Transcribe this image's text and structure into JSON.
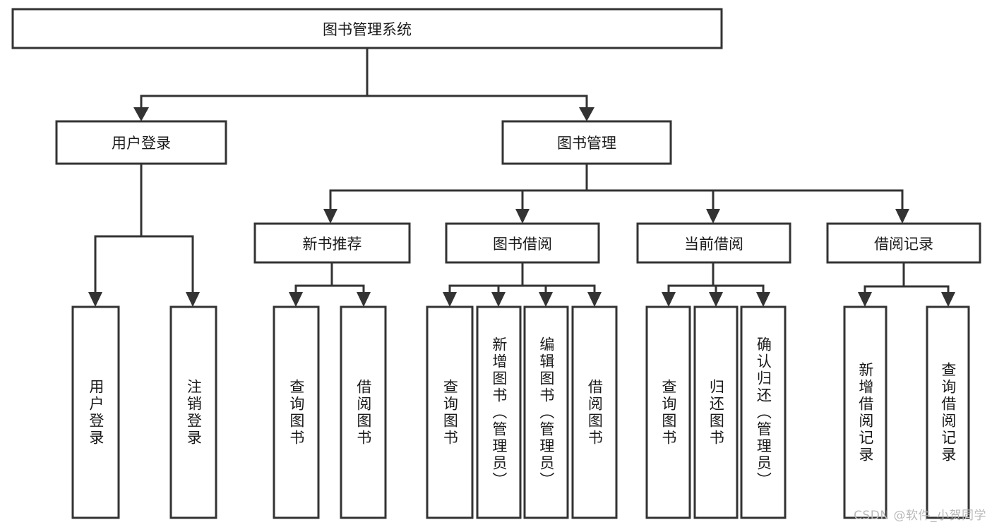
{
  "diagram": {
    "type": "tree",
    "title": "图书管理系统",
    "orientation": "top-down",
    "root": {
      "id": "root",
      "label": "图书管理系统"
    },
    "level2": [
      {
        "id": "user-login",
        "label": "用户登录"
      },
      {
        "id": "book-manage",
        "label": "图书管理"
      }
    ],
    "level3": [
      {
        "id": "new-book-recommend",
        "label": "新书推荐",
        "parent": "book-manage"
      },
      {
        "id": "book-borrow",
        "label": "图书借阅",
        "parent": "book-manage"
      },
      {
        "id": "current-borrow",
        "label": "当前借阅",
        "parent": "book-manage"
      },
      {
        "id": "borrow-record",
        "label": "借阅记录",
        "parent": "book-manage"
      }
    ],
    "leaves": [
      {
        "id": "leaf-user-login",
        "label": "用户登录",
        "parent": "user-login"
      },
      {
        "id": "leaf-logout-login",
        "label": "注销登录",
        "parent": "user-login"
      },
      {
        "id": "leaf-query-book-1",
        "label": "查询图书",
        "parent": "new-book-recommend"
      },
      {
        "id": "leaf-borrow-book-1",
        "label": "借阅图书",
        "parent": "new-book-recommend"
      },
      {
        "id": "leaf-query-book-2",
        "label": "查询图书",
        "parent": "book-borrow"
      },
      {
        "id": "leaf-add-book",
        "label": "新增图书（管理员）",
        "parent": "book-borrow"
      },
      {
        "id": "leaf-edit-book",
        "label": "编辑图书（管理员）",
        "parent": "book-borrow"
      },
      {
        "id": "leaf-borrow-book-2",
        "label": "借阅图书",
        "parent": "book-borrow"
      },
      {
        "id": "leaf-query-book-3",
        "label": "查询图书",
        "parent": "current-borrow"
      },
      {
        "id": "leaf-return-book",
        "label": "归还图书",
        "parent": "current-borrow"
      },
      {
        "id": "leaf-confirm-return",
        "label": "确认归还（管理员）",
        "parent": "current-borrow"
      },
      {
        "id": "leaf-add-record",
        "label": "新增借阅记录",
        "parent": "borrow-record"
      },
      {
        "id": "leaf-query-record",
        "label": "查询借阅记录",
        "parent": "borrow-record"
      }
    ],
    "colors": {
      "stroke": "#333333",
      "fill": "#ffffff",
      "text": "#1a1a1a",
      "watermark": "#b9b9b9"
    }
  },
  "watermark": {
    "text": "CSDN @软件_小贺同学"
  }
}
